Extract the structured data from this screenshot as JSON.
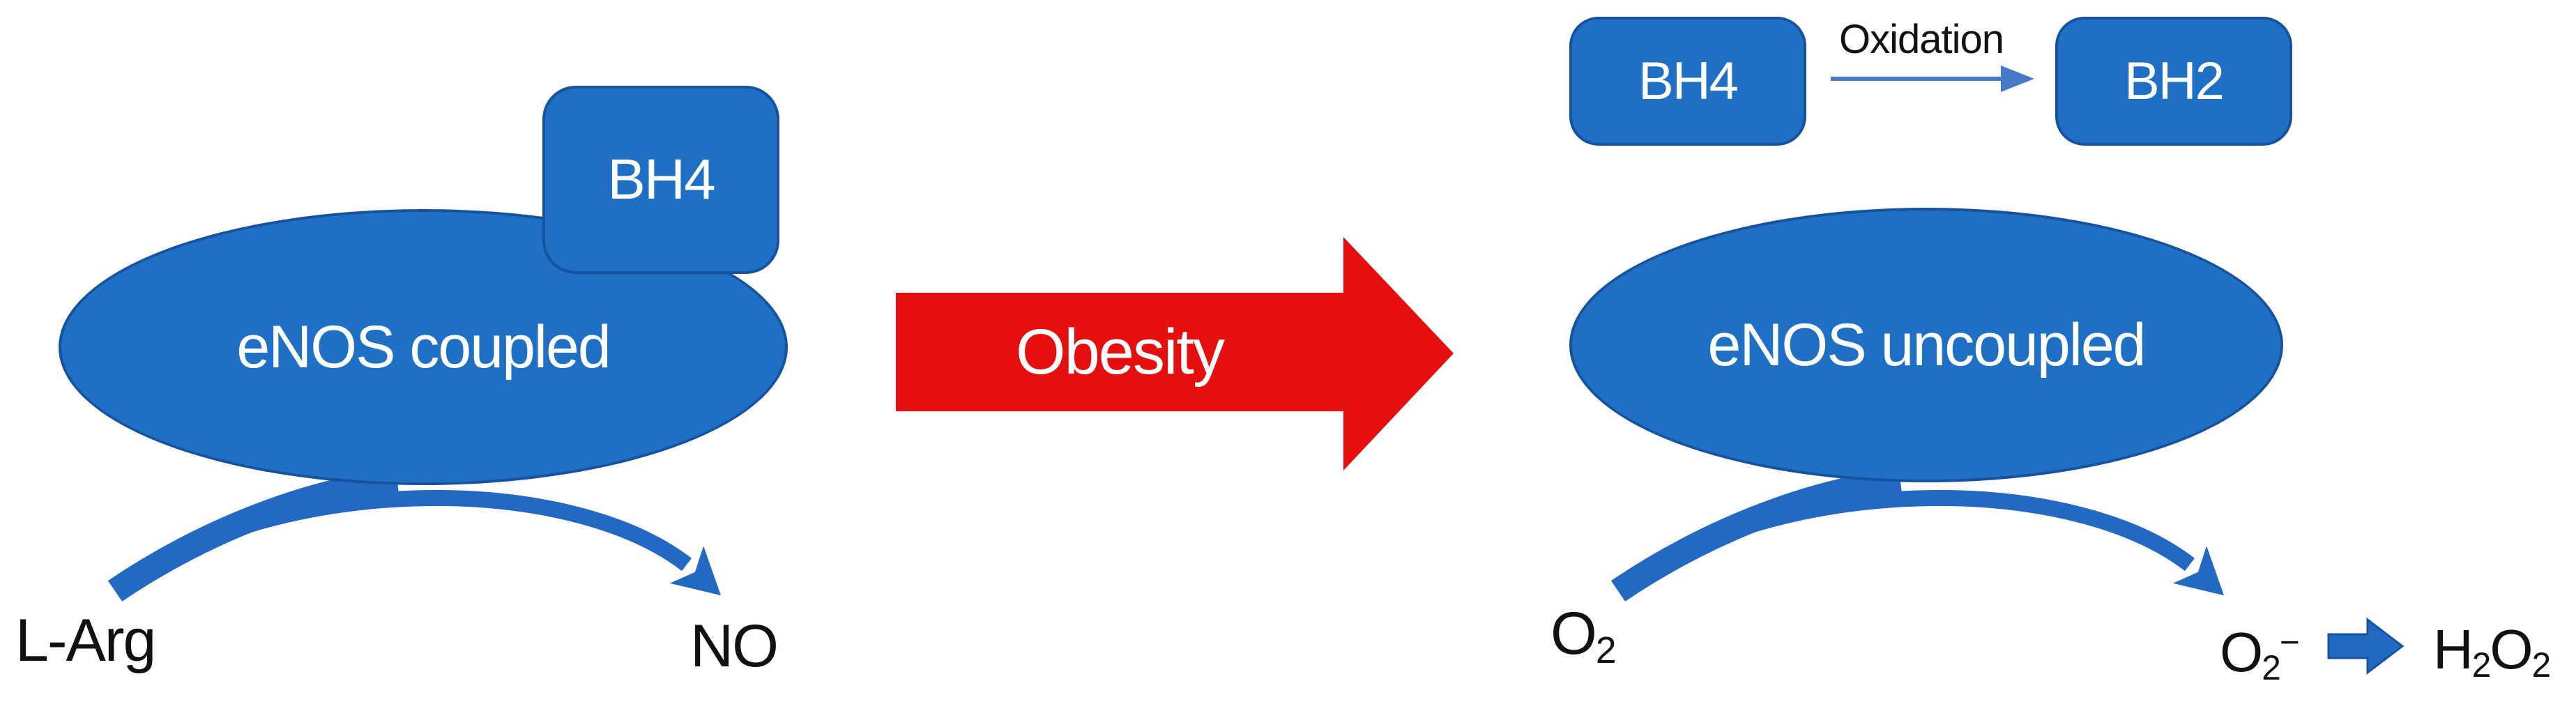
{
  "colors": {
    "shape_blue": "#1f6fc5",
    "shape_border": "#17529e",
    "connector_blue": "#2368c2",
    "thin_arrow_blue": "#4679c8",
    "transition_red": "#e60f0f",
    "label_black": "#111111",
    "text_white": "#ffffff"
  },
  "coupled": {
    "cofactor_label": "BH4",
    "enzyme_label": "eNOS coupled",
    "substrate_label": "L-Arg",
    "product_label": "NO"
  },
  "transition": {
    "label": "Obesity"
  },
  "uncoupled": {
    "cofactor_label": "BH4",
    "oxidation_label": "Oxidation",
    "oxidized_cofactor_label": "BH2",
    "enzyme_label": "eNOS uncoupled",
    "substrate": {
      "base": "O",
      "sub": "2"
    },
    "superoxide": {
      "base": "O",
      "sub": "2",
      "sup": "−"
    },
    "peroxide": {
      "h": "H",
      "h_sub": "2",
      "o": "O",
      "o_sub": "2"
    }
  }
}
